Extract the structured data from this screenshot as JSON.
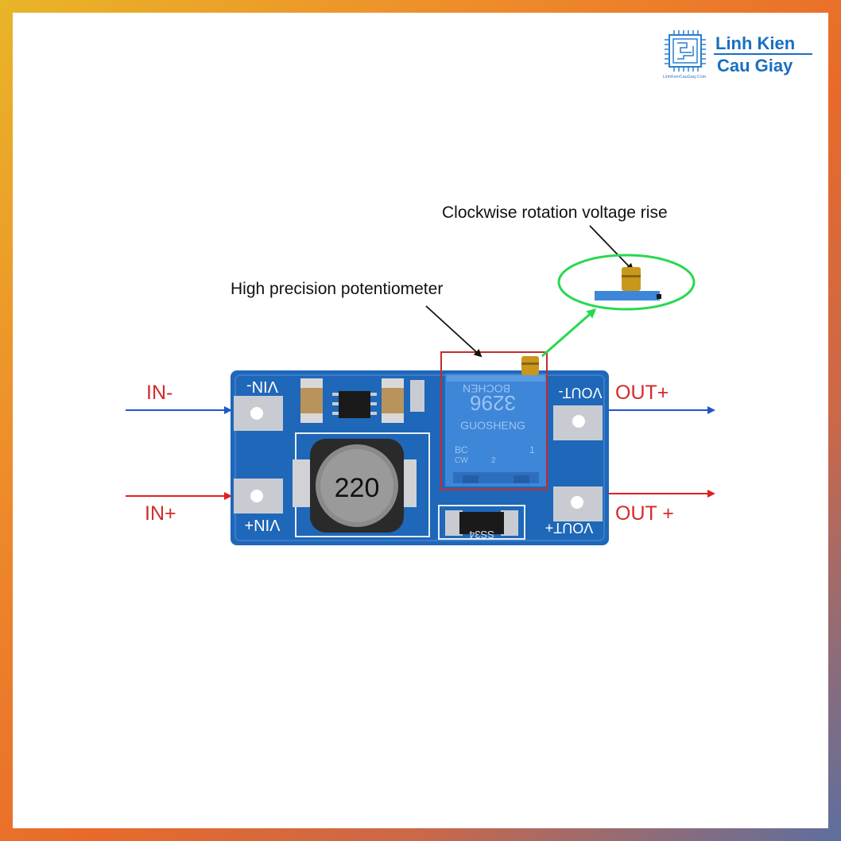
{
  "logo": {
    "line1": "Linh Kien",
    "line2": "Cau Giay",
    "small": "LinhKienCauGiay.Com"
  },
  "callouts": {
    "clockwise": "Clockwise rotation voltage rise",
    "potentiometer": "High precision potentiometer"
  },
  "labels": {
    "in_minus": "IN-",
    "in_plus": "IN+",
    "out_plus_top": "OUT+",
    "out_plus_bottom": "OUT +"
  },
  "silkscreen": {
    "vin_minus": "VIN-",
    "vin_plus": "VIN+",
    "vout_minus": "VOUT-",
    "vout_plus": "VOUT+"
  },
  "components": {
    "inductor": "220",
    "pot_brand": "BOCHEN",
    "pot_model": "3296",
    "pot_maker": "GUOSHENG",
    "pot_code": "BC",
    "pot_code_right": "1",
    "pot_cw": "CW",
    "pot_value": "2",
    "diode": "SS34"
  },
  "colors": {
    "pcb_blue": "#1f67b8",
    "arrow_blue": "#1f56c8",
    "arrow_red": "#e02020",
    "arrow_green": "#28d850",
    "highlight_box": "#c92a2a",
    "pot_blue": "#3e86d8"
  }
}
